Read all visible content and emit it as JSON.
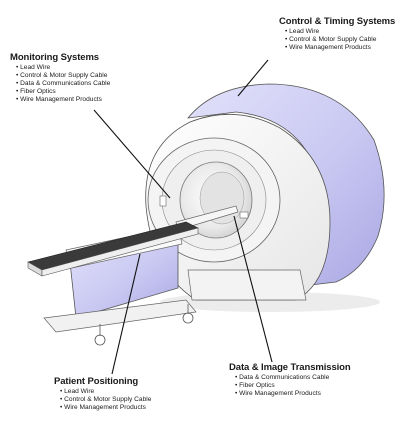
{
  "callouts": {
    "control_timing": {
      "title": "Control & Timing Systems",
      "items": [
        "Lead Wire",
        "Control & Motor Supply Cable",
        "Wire Management Products"
      ]
    },
    "monitoring": {
      "title": "Monitoring Systems",
      "items": [
        "Lead Wire",
        "Control & Motor Supply Cable",
        "Data & Communications Cable",
        "Fiber Optics",
        "Wire Management Products"
      ]
    },
    "data_image": {
      "title": "Data & Image Transmission",
      "items": [
        "Data & Communications Cable",
        "Fiber Optics",
        "Wire Management Products"
      ]
    },
    "patient": {
      "title": "Patient Positioning",
      "items": [
        "Lead Wire",
        "Control & Motor Supply Cable",
        "Wire Management Products"
      ]
    }
  },
  "colors": {
    "accent_lavender": "#c9c8f2",
    "accent_lavender_dark": "#9f9de0",
    "body_white": "#f7f7f7",
    "outline": "#555555",
    "leader_line": "#111111"
  },
  "illustration": {
    "subject": "mri-scanner-with-patient-table",
    "icon": "mri-scanner-icon"
  }
}
